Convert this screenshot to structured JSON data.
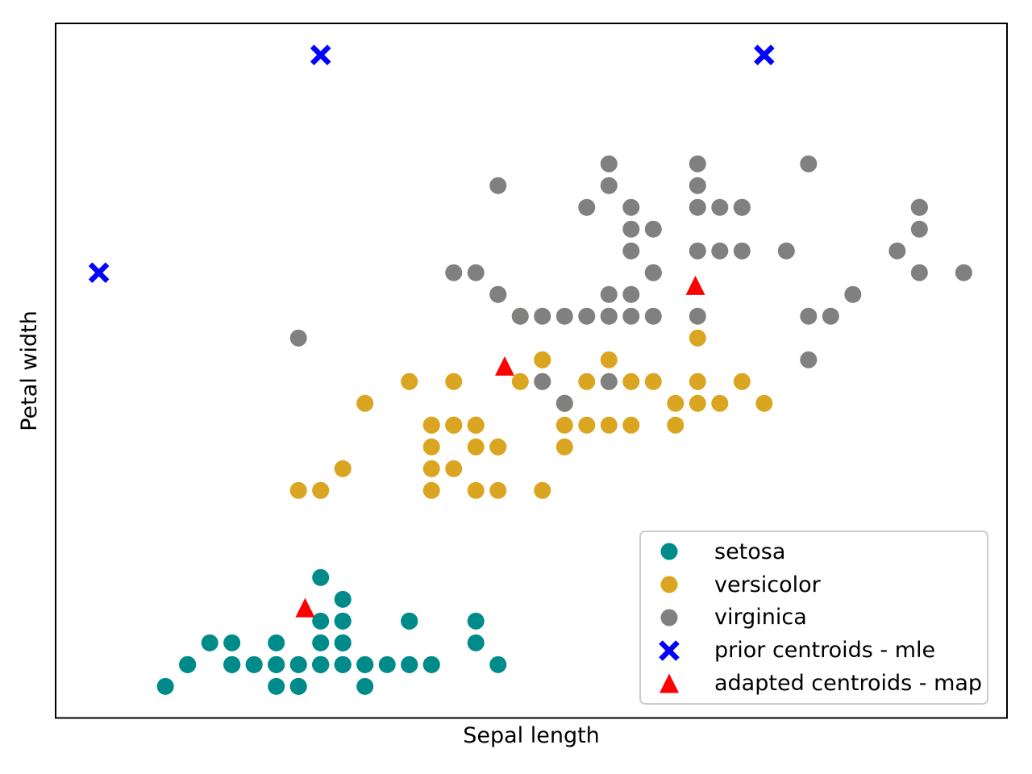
{
  "chart_data": {
    "type": "scatter",
    "title": "",
    "xlabel": "Sepal length",
    "ylabel": "Petal width",
    "xlim": [
      3.805,
      8.095
    ],
    "ylim": [
      -0.045,
      3.145
    ],
    "x_ticks": [],
    "y_ticks": [],
    "grid": false,
    "legend_position": "lower right",
    "axis_color": "#000000",
    "legend_border_color": "#cccccc",
    "series": [
      {
        "name": "setosa",
        "marker": "circle",
        "color": "#008b8b",
        "points": [
          [
            5.1,
            0.2
          ],
          [
            4.9,
            0.2
          ],
          [
            4.7,
            0.2
          ],
          [
            4.6,
            0.2
          ],
          [
            5.0,
            0.2
          ],
          [
            5.4,
            0.4
          ],
          [
            4.6,
            0.3
          ],
          [
            5.0,
            0.2
          ],
          [
            4.4,
            0.2
          ],
          [
            4.9,
            0.1
          ],
          [
            5.4,
            0.2
          ],
          [
            4.8,
            0.2
          ],
          [
            4.8,
            0.1
          ],
          [
            4.3,
            0.1
          ],
          [
            5.8,
            0.2
          ],
          [
            5.7,
            0.4
          ],
          [
            5.4,
            0.4
          ],
          [
            5.1,
            0.3
          ],
          [
            5.7,
            0.3
          ],
          [
            5.1,
            0.3
          ],
          [
            5.4,
            0.2
          ],
          [
            5.1,
            0.4
          ],
          [
            4.6,
            0.2
          ],
          [
            5.1,
            0.5
          ],
          [
            4.8,
            0.2
          ],
          [
            5.0,
            0.2
          ],
          [
            5.0,
            0.4
          ],
          [
            5.2,
            0.2
          ],
          [
            5.2,
            0.2
          ],
          [
            4.7,
            0.2
          ],
          [
            4.8,
            0.2
          ],
          [
            5.4,
            0.4
          ],
          [
            5.2,
            0.1
          ],
          [
            5.5,
            0.2
          ],
          [
            4.9,
            0.2
          ],
          [
            5.0,
            0.2
          ],
          [
            5.5,
            0.2
          ],
          [
            4.9,
            0.1
          ],
          [
            4.4,
            0.2
          ],
          [
            5.1,
            0.2
          ],
          [
            5.0,
            0.3
          ],
          [
            4.5,
            0.3
          ],
          [
            4.4,
            0.2
          ],
          [
            5.0,
            0.6
          ],
          [
            5.1,
            0.4
          ],
          [
            4.8,
            0.3
          ],
          [
            5.1,
            0.2
          ],
          [
            4.6,
            0.2
          ],
          [
            5.3,
            0.2
          ],
          [
            5.0,
            0.2
          ]
        ]
      },
      {
        "name": "versicolor",
        "marker": "circle",
        "color": "#daa520",
        "points": [
          [
            7.0,
            1.4
          ],
          [
            6.4,
            1.5
          ],
          [
            6.9,
            1.5
          ],
          [
            5.5,
            1.3
          ],
          [
            6.5,
            1.5
          ],
          [
            5.7,
            1.3
          ],
          [
            6.3,
            1.6
          ],
          [
            4.9,
            1.0
          ],
          [
            6.6,
            1.3
          ],
          [
            5.2,
            1.4
          ],
          [
            5.0,
            1.0
          ],
          [
            5.9,
            1.5
          ],
          [
            6.0,
            1.0
          ],
          [
            6.1,
            1.4
          ],
          [
            5.6,
            1.3
          ],
          [
            6.7,
            1.4
          ],
          [
            5.6,
            1.5
          ],
          [
            5.8,
            1.0
          ],
          [
            6.2,
            1.5
          ],
          [
            5.6,
            1.1
          ],
          [
            5.9,
            1.8
          ],
          [
            6.1,
            1.3
          ],
          [
            6.3,
            1.5
          ],
          [
            6.1,
            1.2
          ],
          [
            6.4,
            1.3
          ],
          [
            6.6,
            1.4
          ],
          [
            6.8,
            1.4
          ],
          [
            6.7,
            1.7
          ],
          [
            6.0,
            1.5
          ],
          [
            5.7,
            1.0
          ],
          [
            5.5,
            1.1
          ],
          [
            5.5,
            1.0
          ],
          [
            5.8,
            1.2
          ],
          [
            6.0,
            1.6
          ],
          [
            5.4,
            1.5
          ],
          [
            6.0,
            1.6
          ],
          [
            6.7,
            1.5
          ],
          [
            6.3,
            1.3
          ],
          [
            5.6,
            1.3
          ],
          [
            5.5,
            1.3
          ],
          [
            5.5,
            1.2
          ],
          [
            6.1,
            1.4
          ],
          [
            5.8,
            1.2
          ],
          [
            5.0,
            1.0
          ],
          [
            5.6,
            1.3
          ],
          [
            5.7,
            1.2
          ],
          [
            5.7,
            1.3
          ],
          [
            6.2,
            1.3
          ],
          [
            5.1,
            1.1
          ],
          [
            5.7,
            1.3
          ]
        ]
      },
      {
        "name": "virginica",
        "marker": "circle",
        "color": "#808080",
        "points": [
          [
            6.3,
            2.5
          ],
          [
            5.8,
            1.9
          ],
          [
            7.1,
            2.1
          ],
          [
            6.3,
            1.8
          ],
          [
            6.5,
            2.2
          ],
          [
            7.6,
            2.1
          ],
          [
            4.9,
            1.7
          ],
          [
            7.3,
            1.8
          ],
          [
            6.7,
            1.8
          ],
          [
            7.2,
            2.5
          ],
          [
            6.5,
            2.0
          ],
          [
            6.4,
            1.9
          ],
          [
            6.8,
            2.1
          ],
          [
            5.7,
            2.0
          ],
          [
            5.8,
            2.4
          ],
          [
            6.4,
            2.3
          ],
          [
            6.5,
            1.8
          ],
          [
            7.7,
            2.2
          ],
          [
            7.7,
            2.3
          ],
          [
            6.0,
            1.5
          ],
          [
            6.9,
            2.3
          ],
          [
            5.6,
            2.0
          ],
          [
            7.7,
            2.0
          ],
          [
            6.3,
            1.8
          ],
          [
            6.7,
            2.1
          ],
          [
            7.2,
            1.8
          ],
          [
            6.2,
            1.8
          ],
          [
            6.1,
            1.8
          ],
          [
            6.4,
            2.1
          ],
          [
            7.2,
            1.6
          ],
          [
            7.4,
            1.9
          ],
          [
            7.9,
            2.0
          ],
          [
            6.4,
            2.2
          ],
          [
            6.3,
            1.5
          ],
          [
            6.1,
            1.4
          ],
          [
            7.7,
            2.3
          ],
          [
            6.3,
            2.4
          ],
          [
            6.4,
            1.8
          ],
          [
            6.0,
            1.8
          ],
          [
            6.9,
            2.1
          ],
          [
            6.7,
            2.4
          ],
          [
            6.9,
            2.3
          ],
          [
            5.8,
            1.9
          ],
          [
            6.8,
            2.3
          ],
          [
            6.7,
            2.5
          ],
          [
            6.7,
            2.3
          ],
          [
            6.3,
            1.9
          ],
          [
            6.5,
            2.0
          ],
          [
            6.2,
            2.3
          ],
          [
            5.9,
            1.8
          ]
        ]
      },
      {
        "name": "prior centroids - mle",
        "marker": "x",
        "color": "#0000ff",
        "points": [
          [
            5.0,
            3.0
          ],
          [
            7.0,
            3.0
          ],
          [
            4.0,
            2.0
          ]
        ]
      },
      {
        "name": "adapted centroids - map",
        "marker": "triangle-up",
        "color": "#ff0000",
        "points": [
          [
            4.93,
            0.46
          ],
          [
            5.83,
            1.57
          ],
          [
            6.69,
            1.94
          ]
        ]
      }
    ]
  }
}
